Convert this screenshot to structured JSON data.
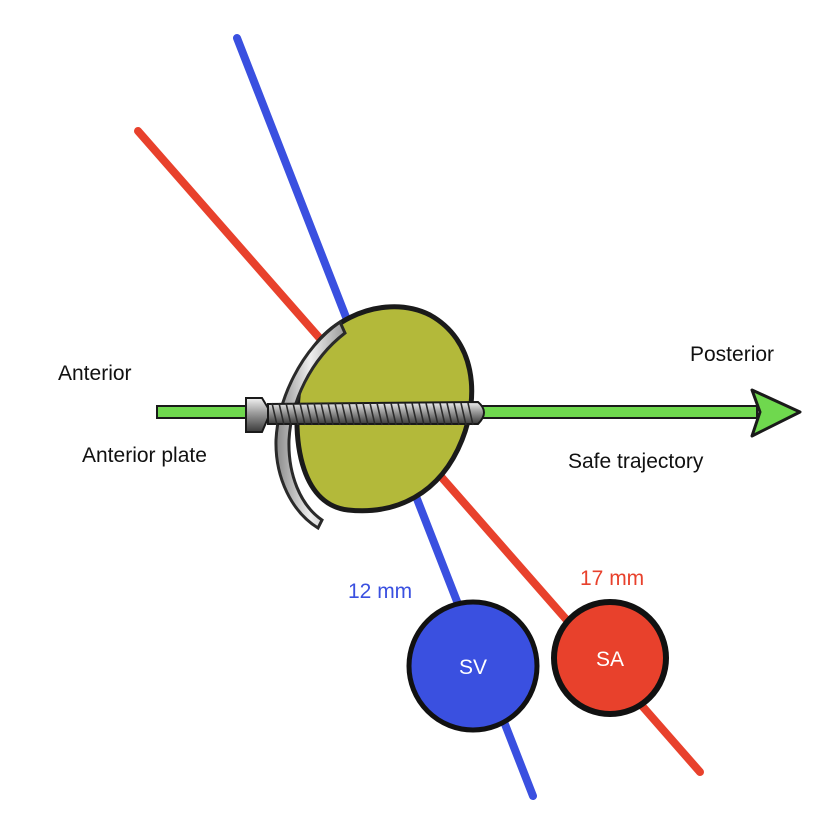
{
  "labels": {
    "anterior": "Anterior",
    "posterior": "Posterior",
    "anterior_plate": "Anterior plate",
    "safe_trajectory": "Safe trajectory",
    "blue_distance": "12 mm",
    "red_distance": "17 mm",
    "sv": "SV",
    "sa": "SA"
  },
  "colors": {
    "blue": "#3a50e0",
    "red": "#e8412c",
    "green": "#6fd84e",
    "vertebra": "#b3b93a",
    "plate": "#d8d8d8"
  }
}
